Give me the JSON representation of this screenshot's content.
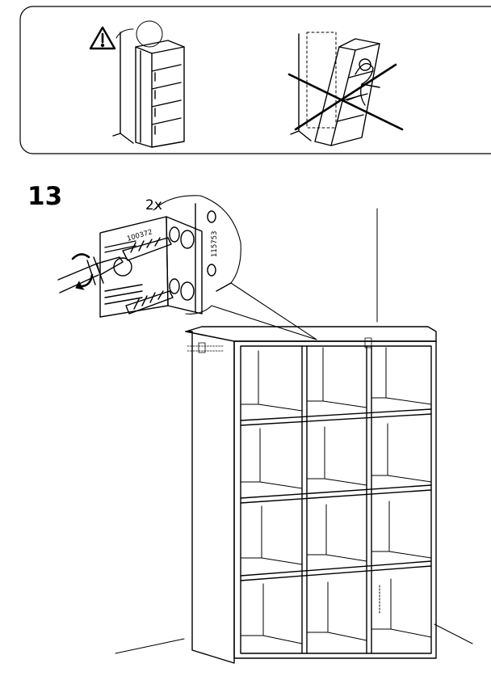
{
  "step": {
    "number": "13"
  },
  "detail": {
    "quantity": "2x",
    "part_screw": "100372",
    "part_bracket": "115753"
  },
  "icons": {
    "warning": "warning-triangle-icon",
    "prohibited": "cross-out-icon",
    "rotate": "rotate-clockwise-icon"
  }
}
